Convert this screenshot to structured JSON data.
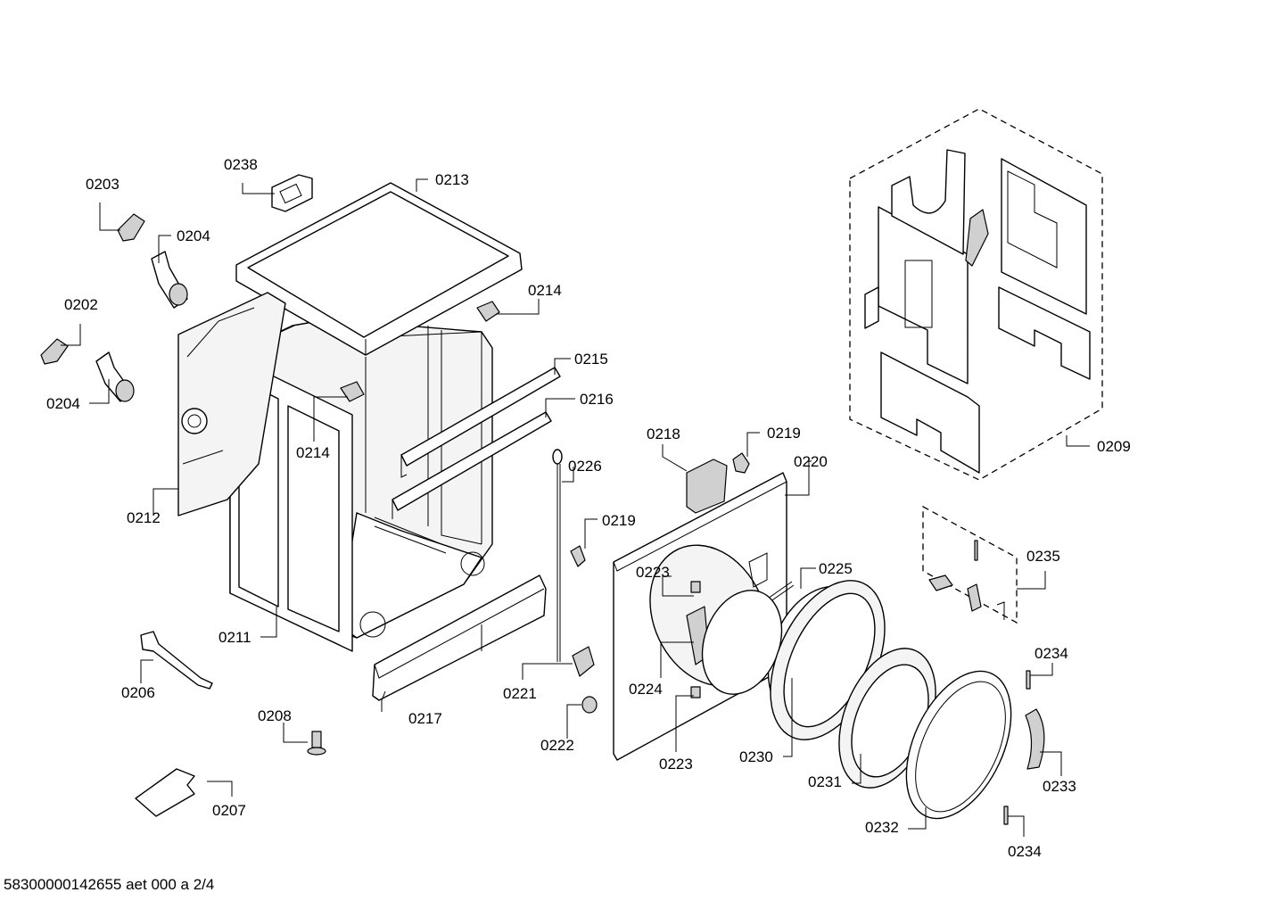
{
  "footer": {
    "reference": "58300000142655 aet 000 a 2/4"
  },
  "labels": {
    "p0202": "0202",
    "p0203": "0203",
    "p0204a": "0204",
    "p0204b": "0204",
    "p0206": "0206",
    "p0207": "0207",
    "p0208": "0208",
    "p0209": "0209",
    "p0211": "0211",
    "p0212": "0212",
    "p0213": "0213",
    "p0214a": "0214",
    "p0214b": "0214",
    "p0215": "0215",
    "p0216": "0216",
    "p0217": "0217",
    "p0218": "0218",
    "p0219a": "0219",
    "p0219b": "0219",
    "p0220": "0220",
    "p0221": "0221",
    "p0222": "0222",
    "p0223a": "0223",
    "p0223b": "0223",
    "p0224": "0224",
    "p0225": "0225",
    "p0226": "0226",
    "p0230": "0230",
    "p0231": "0231",
    "p0232": "0232",
    "p0233": "0233",
    "p0234a": "0234",
    "p0234b": "0234",
    "p0235": "0235",
    "p0238": "0238"
  }
}
